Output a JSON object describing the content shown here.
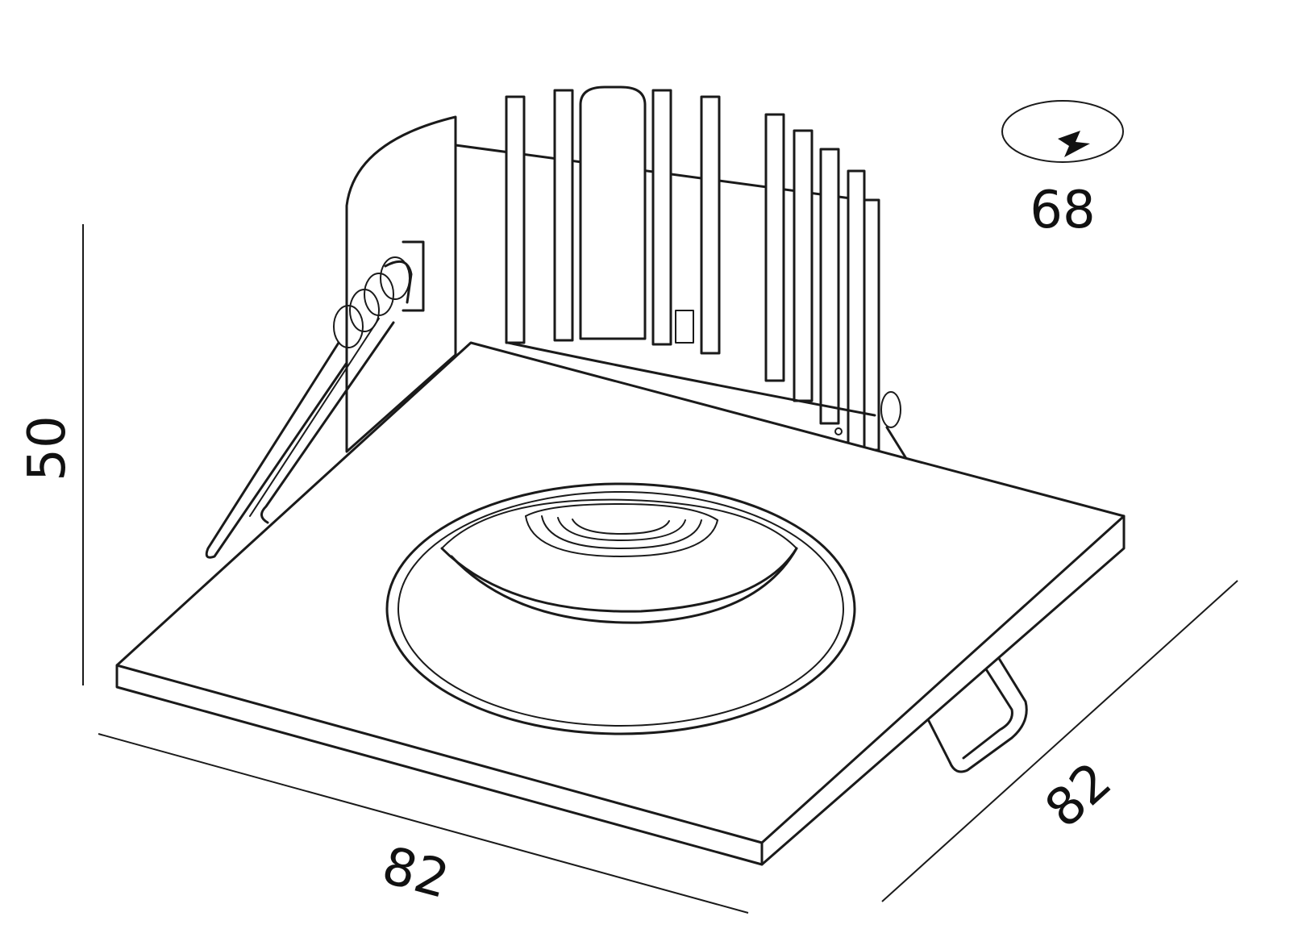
{
  "dimensions": {
    "height": "50",
    "width_front": "82",
    "width_side": "82",
    "cutout": "68"
  },
  "icons": {
    "cutout_indicator": "ellipse-with-arrow-icon"
  },
  "colors": {
    "line": "#1a1a1a",
    "background": "#ffffff"
  }
}
